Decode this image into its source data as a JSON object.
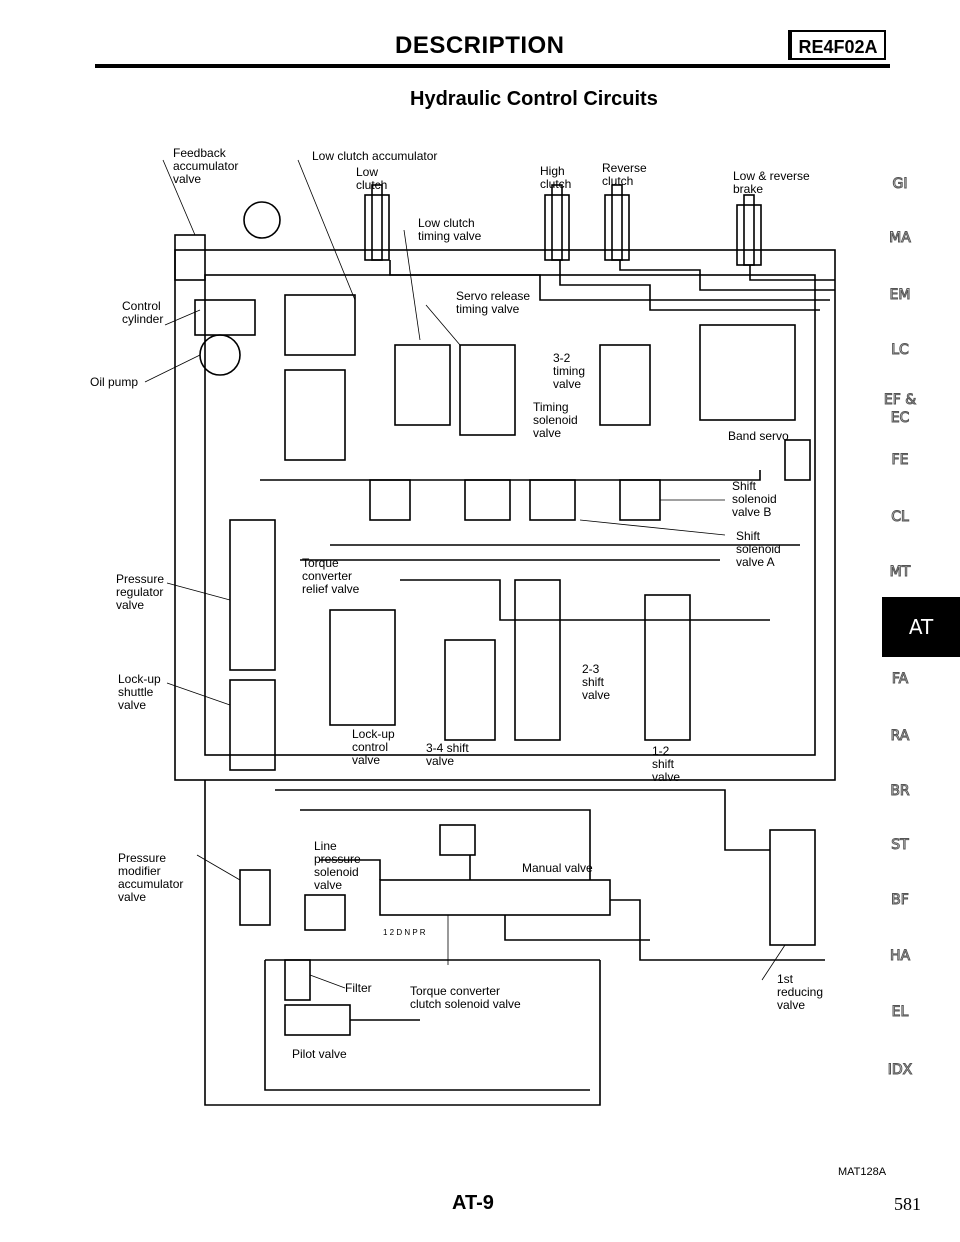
{
  "header": {
    "title": "DESCRIPTION",
    "model_code": "RE4F02A"
  },
  "subtitle": "Hydraulic Control Circuits",
  "labels": {
    "feedback_accumulator": [
      "Feedback",
      "accumulator",
      "valve"
    ],
    "low_clutch_accumulator": "Low clutch accumulator",
    "low_clutch": [
      "Low",
      "clutch"
    ],
    "high_clutch": [
      "High",
      "clutch"
    ],
    "reverse_clutch": [
      "Reverse",
      "clutch"
    ],
    "low_reverse_brake": [
      "Low & reverse",
      "brake"
    ],
    "low_clutch_timing_valve": [
      "Low clutch",
      "timing valve"
    ],
    "control_cylinder": [
      "Control",
      "cylinder"
    ],
    "oil_pump": "Oil pump",
    "servo_release_timing_valve": [
      "Servo release",
      "timing valve"
    ],
    "timing_3_2_valve": [
      "3-2",
      "timing",
      "valve"
    ],
    "timing_solenoid_valve": [
      "Timing",
      "solenoid",
      "valve"
    ],
    "band_servo": "Band servo",
    "shift_solenoid_b": [
      "Shift",
      "solenoid",
      "valve B"
    ],
    "shift_solenoid_a": [
      "Shift",
      "solenoid",
      "valve A"
    ],
    "pressure_regulator_valve": [
      "Pressure",
      "regulator",
      "valve"
    ],
    "torque_converter_relief_valve": [
      "Torque",
      "converter",
      "relief valve"
    ],
    "lockup_shuttle_valve": [
      "Lock-up",
      "shuttle",
      "valve"
    ],
    "shift_valve_2_3": [
      "2-3",
      "shift",
      "valve"
    ],
    "lockup_control_valve": [
      "Lock-up",
      "control",
      "valve"
    ],
    "shift_valve_3_4": [
      "3-4 shift",
      "valve"
    ],
    "shift_valve_1_2": [
      "1-2",
      "shift",
      "valve"
    ],
    "pressure_modifier_accumulator": [
      "Pressure",
      "modifier",
      "accumulator",
      "valve"
    ],
    "line_pressure_solenoid_valve": [
      "Line",
      "pressure",
      "solenoid",
      "valve"
    ],
    "manual_valve": "Manual valve",
    "manual_positions": "1 2 D N P R",
    "filter": "Filter",
    "torque_converter_clutch_solenoid": [
      "Torque converter",
      "clutch solenoid valve"
    ],
    "first_reducing_valve": [
      "1st",
      "reducing",
      "valve"
    ],
    "pilot_valve": "Pilot valve"
  },
  "side_tabs": [
    "GI",
    "MA",
    "EM",
    "LC",
    "EF &",
    "EC",
    "FE",
    "CL",
    "MT",
    "AT",
    "FA",
    "RA",
    "BR",
    "ST",
    "BF",
    "HA",
    "EL",
    "IDX"
  ],
  "active_tab": "AT",
  "footer": {
    "figure_code": "MAT128A",
    "page": "AT-9",
    "sheet": "581"
  }
}
